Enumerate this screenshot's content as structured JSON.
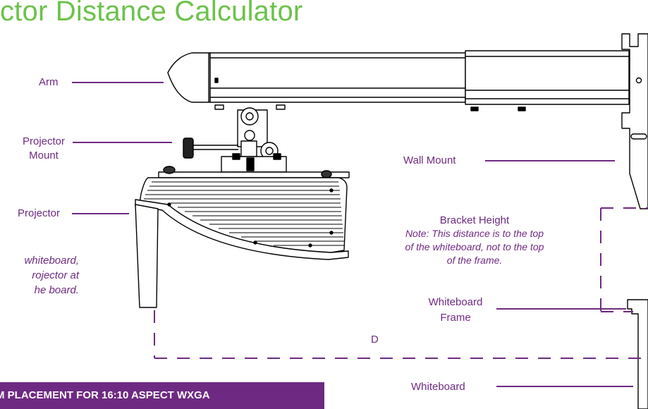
{
  "title": "ctor Distance Calculator",
  "labels": {
    "arm": "Arm",
    "projector_mount_line1": "Projector",
    "projector_mount_line2": "Mount",
    "projector": "Projector",
    "wall_mount": "Wall Mount",
    "bracket_height": "Bracket Height",
    "bracket_note_line1": "Note: This distance is to the top",
    "bracket_note_line2": "of the whiteboard, not to the top",
    "bracket_note_line3": "of the frame.",
    "whiteboard_frame_line1": "Whiteboard",
    "whiteboard_frame_line2": "Frame",
    "distance_d": "D",
    "whiteboard": "Whiteboard"
  },
  "left_note": {
    "line1": "whiteboard,",
    "line2": "rojector at",
    "line3": "he board."
  },
  "banner": "M PLACEMENT FOR 16:10 ASPECT WXGA",
  "colors": {
    "title_green": "#6cc24a",
    "accent_purple": "#6e2a82",
    "line_black": "#000000"
  }
}
